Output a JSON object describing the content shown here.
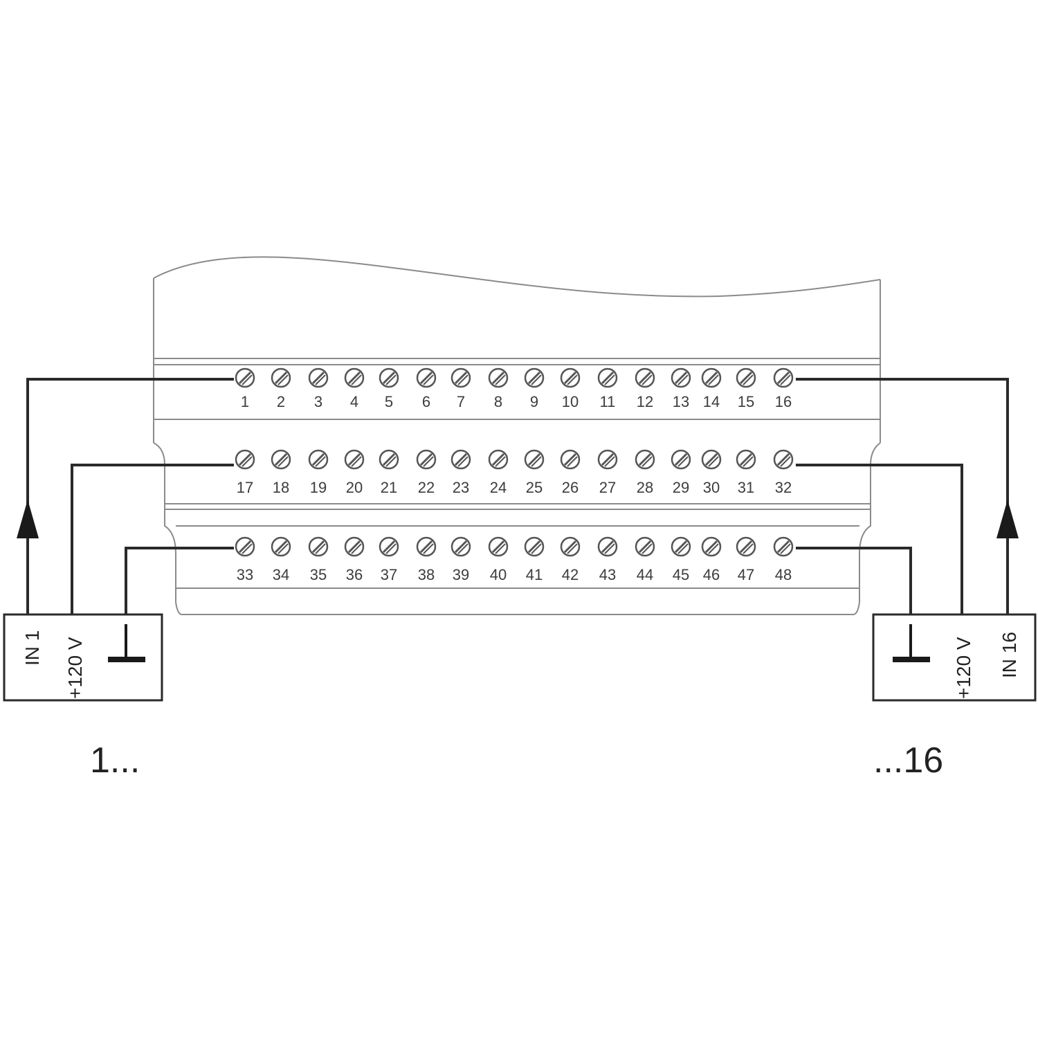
{
  "terminal_rows": [
    {
      "row": "top",
      "numbers": [
        "1",
        "2",
        "3",
        "4",
        "5",
        "6",
        "7",
        "8",
        "9",
        "10",
        "11",
        "12",
        "13",
        "14",
        "15",
        "16"
      ]
    },
    {
      "row": "middle",
      "numbers": [
        "17",
        "18",
        "19",
        "20",
        "21",
        "22",
        "23",
        "24",
        "25",
        "26",
        "27",
        "28",
        "29",
        "30",
        "31",
        "32"
      ]
    },
    {
      "row": "bottom",
      "numbers": [
        "33",
        "34",
        "35",
        "36",
        "37",
        "38",
        "39",
        "40",
        "41",
        "42",
        "43",
        "44",
        "45",
        "46",
        "47",
        "48"
      ]
    }
  ],
  "device_left": {
    "input_label": "IN 1",
    "supply_label": "+120 V",
    "ground_icon": "ground-symbol-icon",
    "arrow_icon": "arrow-up-icon",
    "range_label": "1..."
  },
  "device_right": {
    "input_label": "IN 16",
    "supply_label": "+120 V",
    "ground_icon": "ground-symbol-icon",
    "arrow_icon": "arrow-up-icon",
    "range_label": "...16"
  },
  "colors": {
    "wire": "#2a2a2a",
    "housing": "#8a8a8a",
    "screw": "#555555"
  }
}
